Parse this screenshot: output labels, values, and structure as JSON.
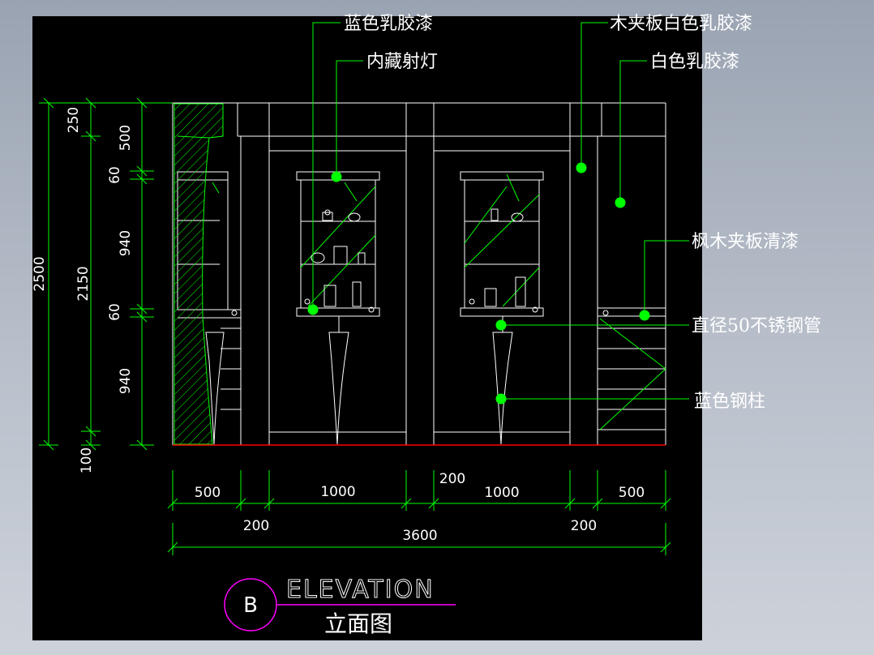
{
  "drawing": {
    "viewport_bg": "#000000",
    "colors": {
      "line_white": "#ffffff",
      "line_green": "#00ff00",
      "floor_red": "#ff0000",
      "title_magenta": "#ff00ff"
    },
    "callouts": [
      {
        "id": "blue-latex-paint",
        "label": "蓝色乳胶漆"
      },
      {
        "id": "wood-white-latex",
        "label": "木夹板白色乳胶漆"
      },
      {
        "id": "hidden-spotlight",
        "label": "内藏射灯"
      },
      {
        "id": "white-latex-paint",
        "label": "白色乳胶漆"
      },
      {
        "id": "maple-plywood",
        "label": "枫木夹板清漆"
      },
      {
        "id": "steel-tube",
        "label": "直径50不锈钢管"
      },
      {
        "id": "blue-steel-column",
        "label": "蓝色钢柱"
      }
    ],
    "dims_left_outer": [
      "2500"
    ],
    "dims_left_middle": [
      "250",
      "2150",
      "100"
    ],
    "dims_left_inner": [
      "500",
      "60",
      "940",
      "60",
      "940"
    ],
    "dims_bottom_row1": [
      "500",
      "1000",
      "200",
      "1000",
      "500"
    ],
    "dims_bottom_row2": [
      "200",
      "200"
    ],
    "dims_bottom_total": "3600",
    "title": {
      "symbol": "B",
      "en": "ELEVATION",
      "zh": "立面图"
    }
  }
}
